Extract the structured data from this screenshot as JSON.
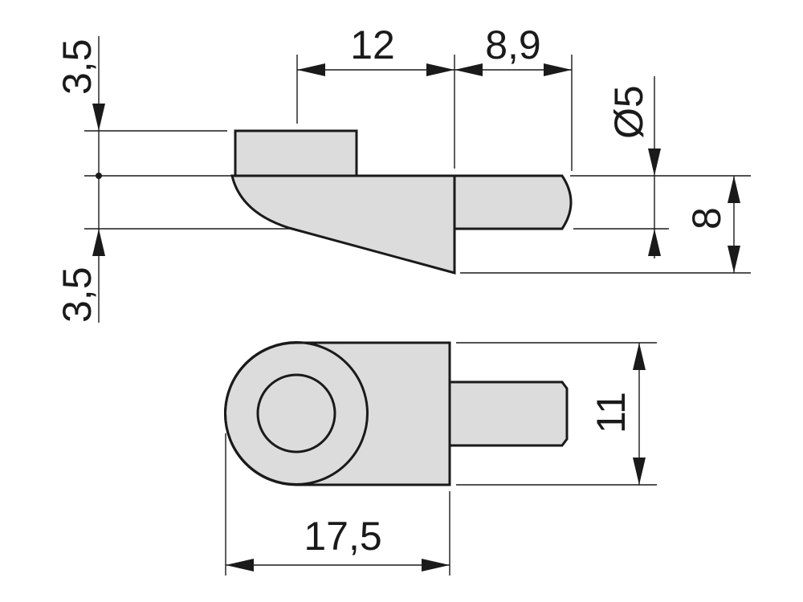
{
  "drawing": {
    "dimensions": {
      "height_upper": "3,5",
      "height_lower": "3,5",
      "length_top": "12",
      "length_pin": "8,9",
      "pin_diameter": "Ø5",
      "pin_offset": "8",
      "width": "11",
      "total_length": "17,5"
    }
  }
}
